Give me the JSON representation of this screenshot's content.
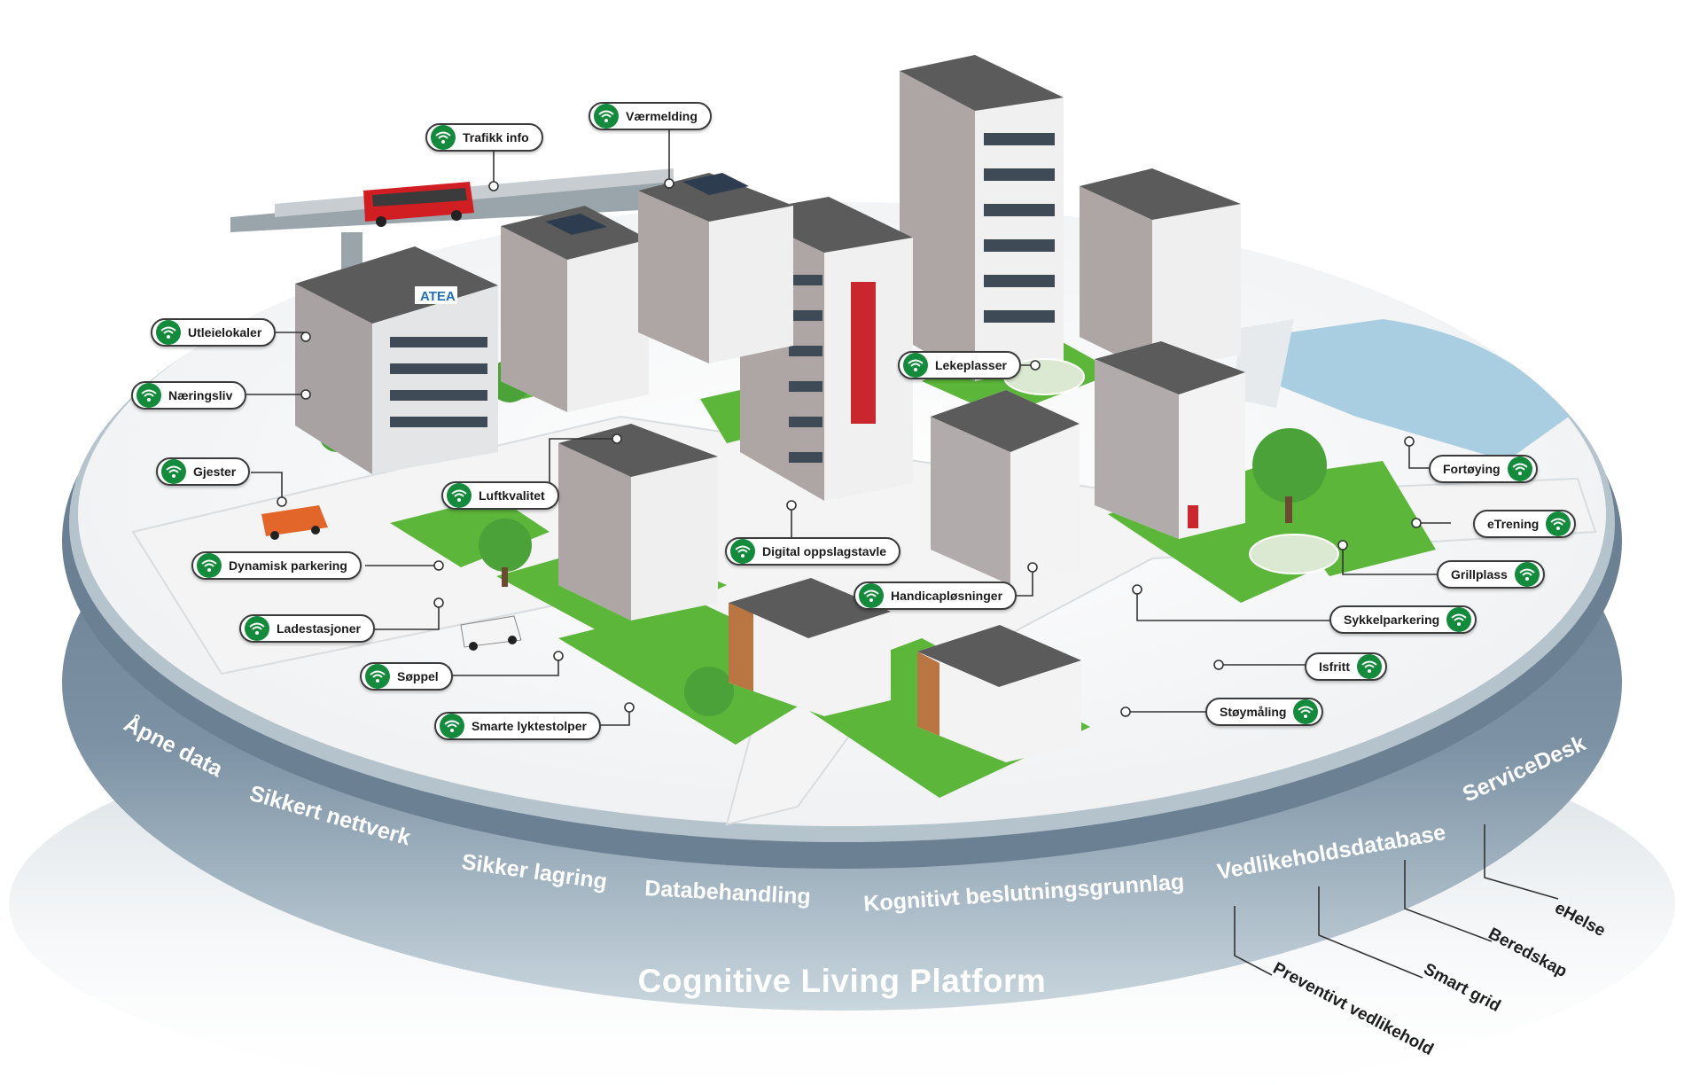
{
  "title": "Cognitive Living Platform",
  "logo_text": "ATEA",
  "callouts": [
    {
      "label": "Værmelding"
    },
    {
      "label": "Trafikk info"
    },
    {
      "label": "Utleielokaler"
    },
    {
      "label": "Næringsliv"
    },
    {
      "label": "Gjester"
    },
    {
      "label": "Luftkvalitet"
    },
    {
      "label": "Dynamisk parkering"
    },
    {
      "label": "Ladestasjoner"
    },
    {
      "label": "Søppel"
    },
    {
      "label": "Smarte lyktestolper"
    },
    {
      "label": "Digital oppslagstavle"
    },
    {
      "label": "Handicapløsninger"
    },
    {
      "label": "Lekeplasser"
    },
    {
      "label": "Fortøying"
    },
    {
      "label": "eTrening"
    },
    {
      "label": "Grillplass"
    },
    {
      "label": "Sykkelparkering"
    },
    {
      "label": "Isfritt"
    },
    {
      "label": "Støymåling"
    }
  ],
  "ring_labels": [
    "Åpne data",
    "Sikkert nettverk",
    "Sikker lagring",
    "Databehandling",
    "Kognitivt beslutningsgrunnlag",
    "Vedlikeholdsdatabase",
    "ServiceDesk"
  ],
  "lower_labels": [
    "eHelse",
    "Beredskap",
    "Smart grid",
    "Preventivt vedlikehold"
  ],
  "colors": {
    "ring_band": "#6e8394",
    "ring_band_light": "#b6c7d2",
    "grass": "#5cb63a",
    "icon_green": "#138a3c",
    "water": "#a9cde1",
    "bus": "#d01e22"
  },
  "icons": {
    "callout_icon": "wifi-icon"
  }
}
